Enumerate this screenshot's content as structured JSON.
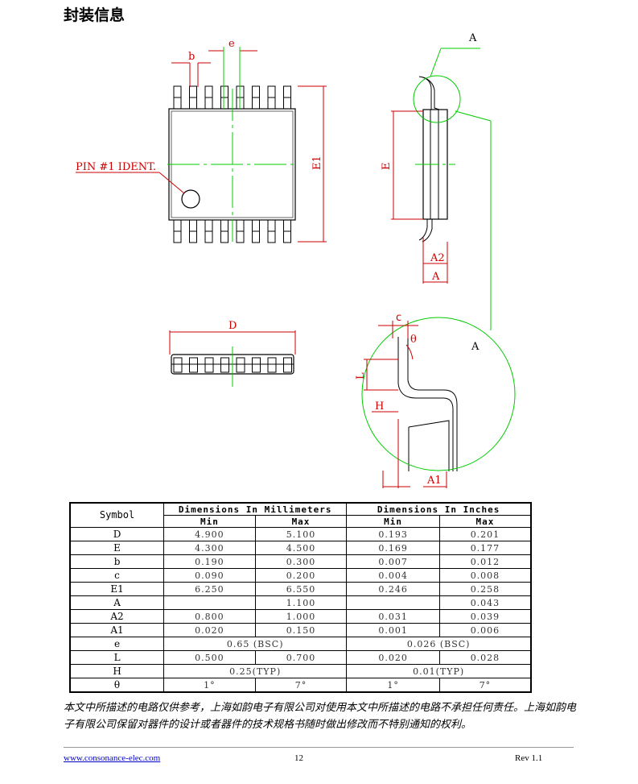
{
  "section_title": "封装信息",
  "drawing": {
    "labels": {
      "b": "b",
      "e": "e",
      "pin1": "PIN #1 IDENT.",
      "E1": "E1",
      "E": "E",
      "A_top": "A",
      "A2": "A2",
      "A_side": "A",
      "D": "D",
      "c": "c",
      "theta": "θ",
      "A_detail": "A",
      "L": "L",
      "H": "H",
      "A1": "A1"
    },
    "colors": {
      "line": "#000000",
      "dimension": "#cc0000",
      "center": "#00cc00"
    }
  },
  "table": {
    "header_symbol": "Symbol",
    "header_mm": "Dimensions In Millimeters",
    "header_in": "Dimensions In Inches",
    "sub": {
      "min": "Min",
      "max": "Max"
    },
    "rows": [
      {
        "sym": "D",
        "mm_min": "4.900",
        "mm_max": "5.100",
        "in_min": "0.193",
        "in_max": "0.201"
      },
      {
        "sym": "E",
        "mm_min": "4.300",
        "mm_max": "4.500",
        "in_min": "0.169",
        "in_max": "0.177"
      },
      {
        "sym": "b",
        "mm_min": "0.190",
        "mm_max": "0.300",
        "in_min": "0.007",
        "in_max": "0.012"
      },
      {
        "sym": "c",
        "mm_min": "0.090",
        "mm_max": "0.200",
        "in_min": "0.004",
        "in_max": "0.008"
      },
      {
        "sym": "E1",
        "mm_min": "6.250",
        "mm_max": "6.550",
        "in_min": "0.246",
        "in_max": "0.258"
      },
      {
        "sym": "A",
        "mm_min": "",
        "mm_max": "1.100",
        "in_min": "",
        "in_max": "0.043"
      },
      {
        "sym": "A2",
        "mm_min": "0.800",
        "mm_max": "1.000",
        "in_min": "0.031",
        "in_max": "0.039"
      },
      {
        "sym": "A1",
        "mm_min": "0.020",
        "mm_max": "0.150",
        "in_min": "0.001",
        "in_max": "0.006"
      }
    ],
    "row_e": {
      "sym": "e",
      "mm": "0.65 (BSC)",
      "in": "0.026 (BSC)"
    },
    "row_L": {
      "sym": "L",
      "mm_min": "0.500",
      "mm_max": "0.700",
      "in_min": "0.020",
      "in_max": "0.028"
    },
    "row_H": {
      "sym": "H",
      "mm": "0.25(TYP)",
      "in": "0.01(TYP)"
    },
    "row_theta": {
      "sym": "θ",
      "mm_min": "1°",
      "mm_max": "7°",
      "in_min": "1°",
      "in_max": "7°"
    }
  },
  "disclaimer": "本文中所描述的电路仅供参考，上海如韵电子有限公司对使用本文中所描述的电路不承担任何责任。上海如韵电子有限公司保留对器件的设计或者器件的技术规格书随时做出修改而不特别通知的权利。",
  "footer": {
    "link": "www.consonance-elec.com",
    "page": "12",
    "rev": "Rev 1.1"
  }
}
